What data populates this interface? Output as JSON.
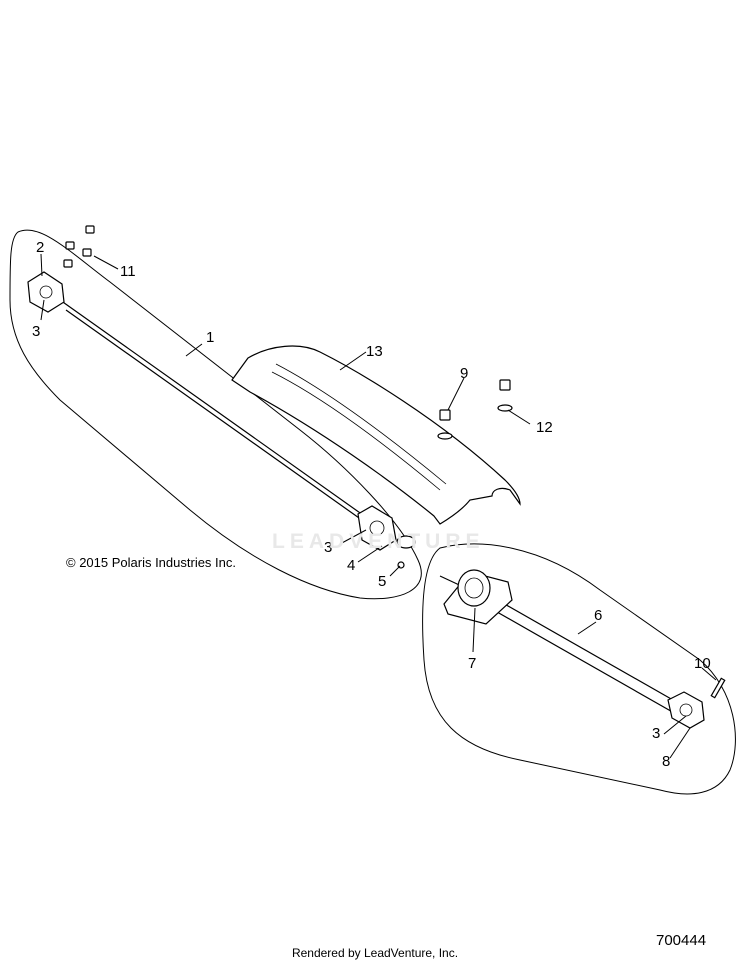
{
  "copyright": "© 2015 Polaris Industries Inc.",
  "watermark": "LEADVENTURE",
  "footer": "Rendered by LeadVenture, Inc.",
  "diagram_id": "700444",
  "callouts": {
    "c1": "1",
    "c2": "2",
    "c3a": "3",
    "c3b": "3",
    "c3c": "3",
    "c4": "4",
    "c5": "5",
    "c6": "6",
    "c7": "7",
    "c8": "8",
    "c9": "9",
    "c10": "10",
    "c11": "11",
    "c12": "12",
    "c13": "13"
  }
}
